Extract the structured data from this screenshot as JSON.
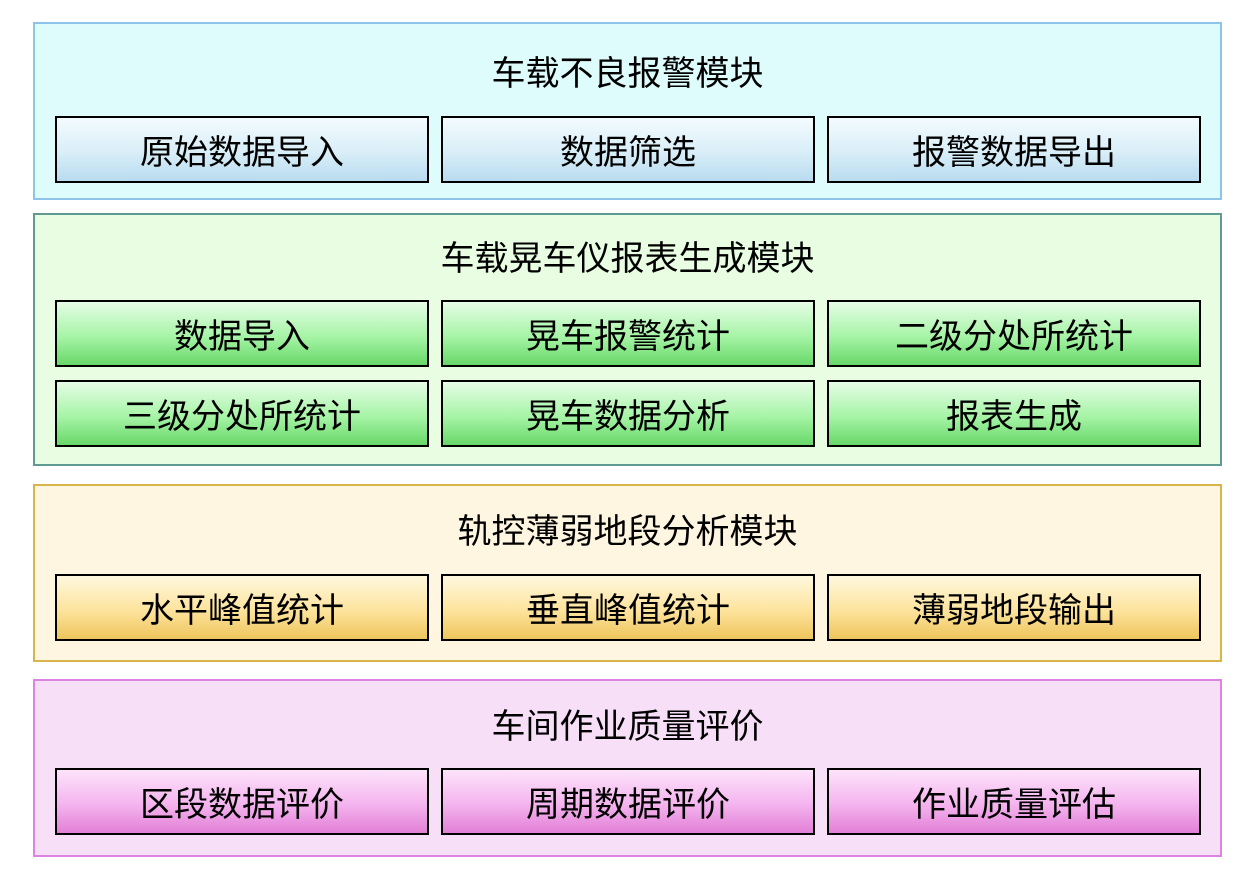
{
  "modules": [
    {
      "title": "车载不良报警模块",
      "items": [
        "原始数据导入",
        "数据筛选",
        "报警数据导出"
      ]
    },
    {
      "title": "车载晃车仪报表生成模块",
      "items": [
        "数据导入",
        "晃车报警统计",
        "二级分处所统计",
        "三级分处所统计",
        "晃车数据分析",
        "报表生成"
      ]
    },
    {
      "title": "轨控薄弱地段分析模块",
      "items": [
        "水平峰值统计",
        "垂直峰值统计",
        "薄弱地段输出"
      ]
    },
    {
      "title": "车间作业质量评价",
      "items": [
        "区段数据评价",
        "周期数据评价",
        "作业质量评估"
      ]
    }
  ],
  "colors": {
    "module1_bg": "#dffcfc",
    "module2_bg": "#e8fde2",
    "module3_bg": "#fff6e2",
    "module4_bg": "#f8dff8"
  }
}
